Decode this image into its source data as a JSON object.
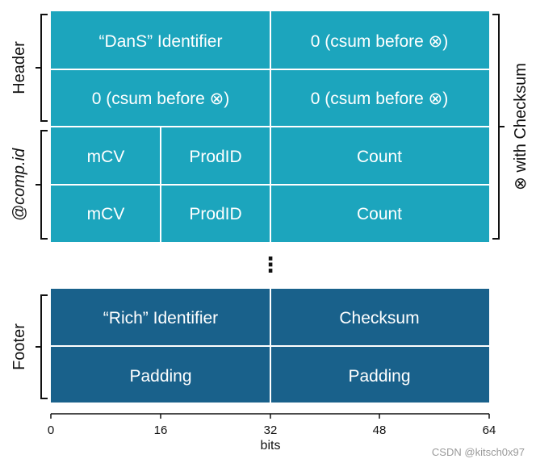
{
  "colors": {
    "teal": "#1ca5bd",
    "dark_blue": "#19618b",
    "divider": "#ffffff",
    "line": "#111111"
  },
  "cells": {
    "r1": [
      "“DanS” Identifier",
      "0 (csum before ⊗)"
    ],
    "r2": [
      "0 (csum before ⊗)",
      "0 (csum before ⊗)"
    ],
    "r3": [
      "mCV",
      "ProdID",
      "Count"
    ],
    "r4": [
      "mCV",
      "ProdID",
      "Count"
    ],
    "r5": [
      "“Rich” Identifier",
      "Checksum"
    ],
    "r6": [
      "Padding",
      "Padding"
    ]
  },
  "brackets": {
    "header": "Header",
    "comp_id": "@comp.id",
    "footer": "Footer",
    "checksum": "⊗ with Checksum"
  },
  "ellipsis": "⋮",
  "axis": {
    "ticks": [
      "0",
      "16",
      "32",
      "48",
      "64"
    ],
    "title": "bits"
  },
  "watermark": "CSDN @kitsch0x97"
}
